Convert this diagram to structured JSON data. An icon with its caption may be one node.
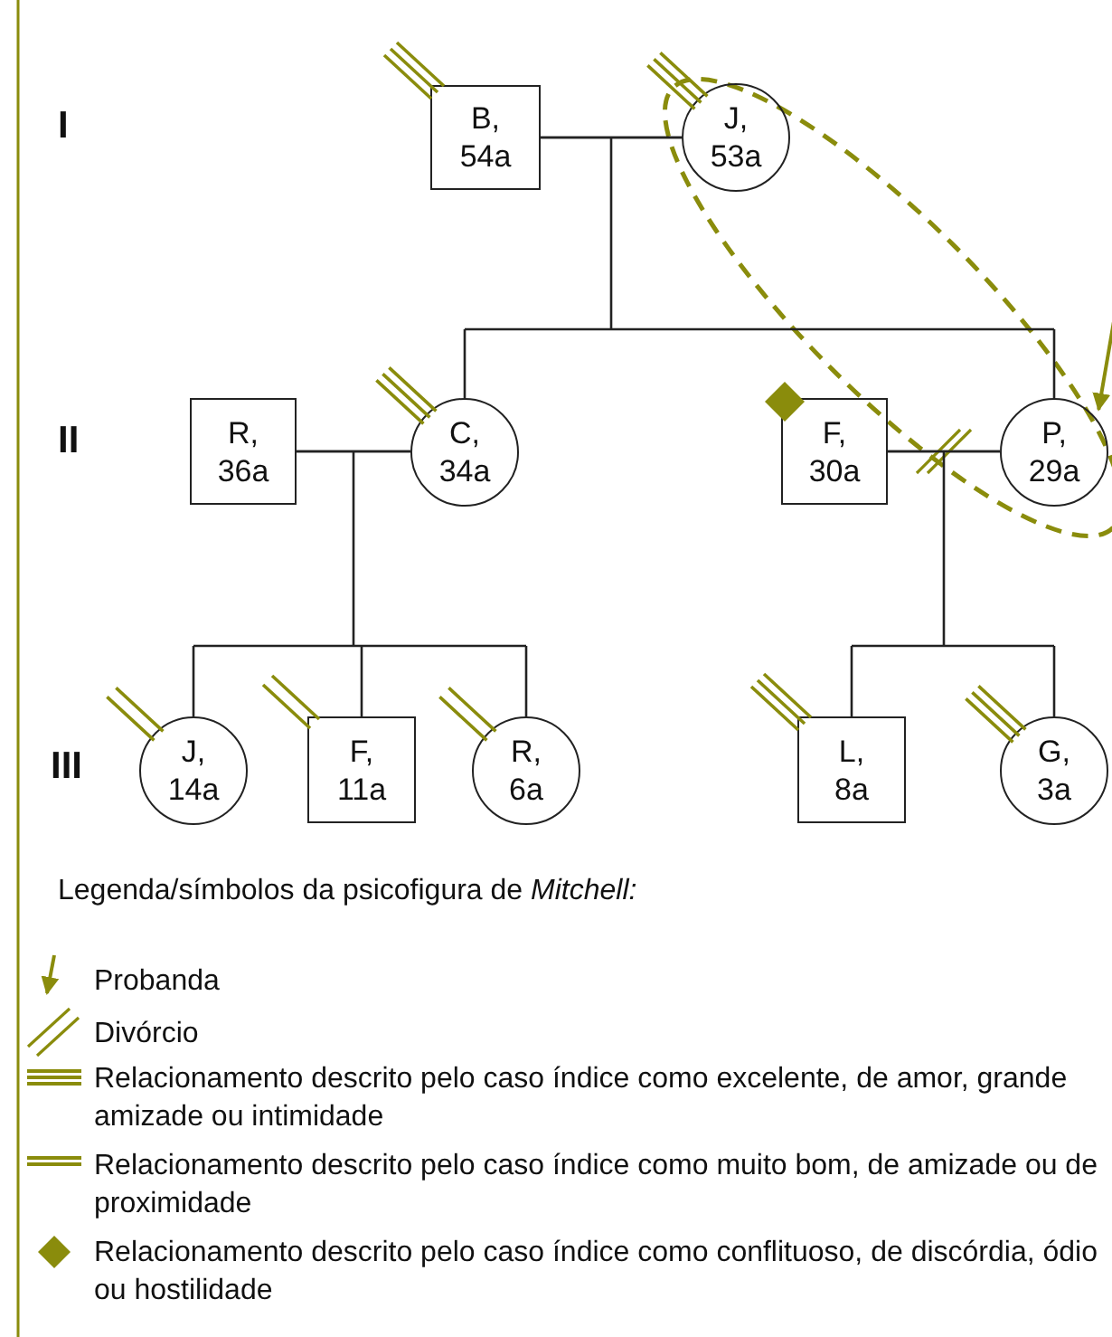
{
  "diagram": {
    "nodes": [
      {
        "text": [
          "B, 54a"
        ]
      },
      {
        "text": [
          "J, 53a"
        ]
      },
      {
        "text": [
          "R, 36a"
        ]
      },
      {
        "text": [
          "C, 34a"
        ]
      },
      {
        "text": [
          "F, 30a"
        ]
      },
      {
        "text": [
          "P, 29a"
        ]
      },
      {
        "text": [
          "J, 14a"
        ]
      },
      {
        "text": [
          "F, 11a"
        ]
      },
      {
        "text": [
          "R, 6a"
        ]
      },
      {
        "text": [
          "L, 8a"
        ]
      },
      {
        "text": [
          "G, 3a"
        ]
      }
    ],
    "edges": [
      {
        "from": 0,
        "to": 1,
        "arrow": "none"
      },
      {
        "from": 2,
        "to": 3,
        "arrow": "none"
      },
      {
        "from": 4,
        "to": 5,
        "arrow": "none"
      },
      {
        "from": 0,
        "to": 3,
        "arrow": "none"
      },
      {
        "from": 1,
        "to": 3,
        "arrow": "none"
      },
      {
        "from": 0,
        "to": 5,
        "arrow": "none"
      },
      {
        "from": 1,
        "to": 5,
        "arrow": "none"
      },
      {
        "from": 2,
        "to": 6,
        "arrow": "none"
      },
      {
        "from": 3,
        "to": 6,
        "arrow": "none"
      },
      {
        "from": 2,
        "to": 7,
        "arrow": "none"
      },
      {
        "from": 3,
        "to": 7,
        "arrow": "none"
      },
      {
        "from": 2,
        "to": 8,
        "arrow": "none"
      },
      {
        "from": 3,
        "to": 8,
        "arrow": "none"
      },
      {
        "from": 4,
        "to": 9,
        "arrow": "none"
      },
      {
        "from": 5,
        "to": 9,
        "arrow": "none"
      },
      {
        "from": 4,
        "to": 10,
        "arrow": "none"
      },
      {
        "from": 5,
        "to": 10,
        "arrow": "none"
      },
      {
        "from": null,
        "to": 5,
        "arrow": "to",
        "color": "#8a8c0c"
      }
    ],
    "labels": [
      "I",
      "II",
      "III",
      "Legenda/símbolos da psicofigura de *Mitchell:*"
    ],
    "legend": [
      {
        "text": "Probanda"
      },
      {
        "text": "Divórcio"
      },
      {
        "text": "Relacionamento descrito pelo caso índice como excelente, de amor, grande amizade ou intimidade"
      },
      {
        "text": "Relacionamento descrito pelo caso índice como muito bom, de amizade ou de proximidade"
      },
      {
        "text": "Relacionamento descrito pelo caso índice como conflituoso, de discórdia, ódio ou hostilidade"
      }
    ]
  }
}
